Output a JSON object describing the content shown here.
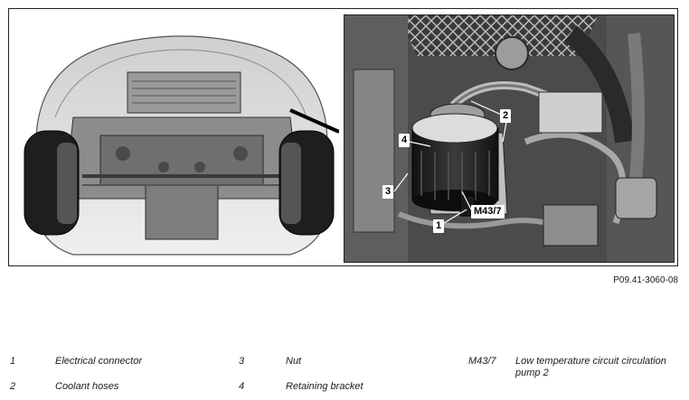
{
  "callouts": {
    "c1": "1",
    "c2": "2",
    "c3": "3",
    "c4": "4",
    "c_m43": "M43/7"
  },
  "figure_id": "P09.41-3060-08",
  "legend": [
    {
      "key": "1",
      "text": "Electrical connector"
    },
    {
      "key": "2",
      "text": "Coolant hoses"
    },
    {
      "key": "3",
      "text": "Nut"
    },
    {
      "key": "4",
      "text": "Retaining bracket"
    },
    {
      "key": "M43/7",
      "text": "Low temperature circuit circulation pump 2"
    }
  ]
}
